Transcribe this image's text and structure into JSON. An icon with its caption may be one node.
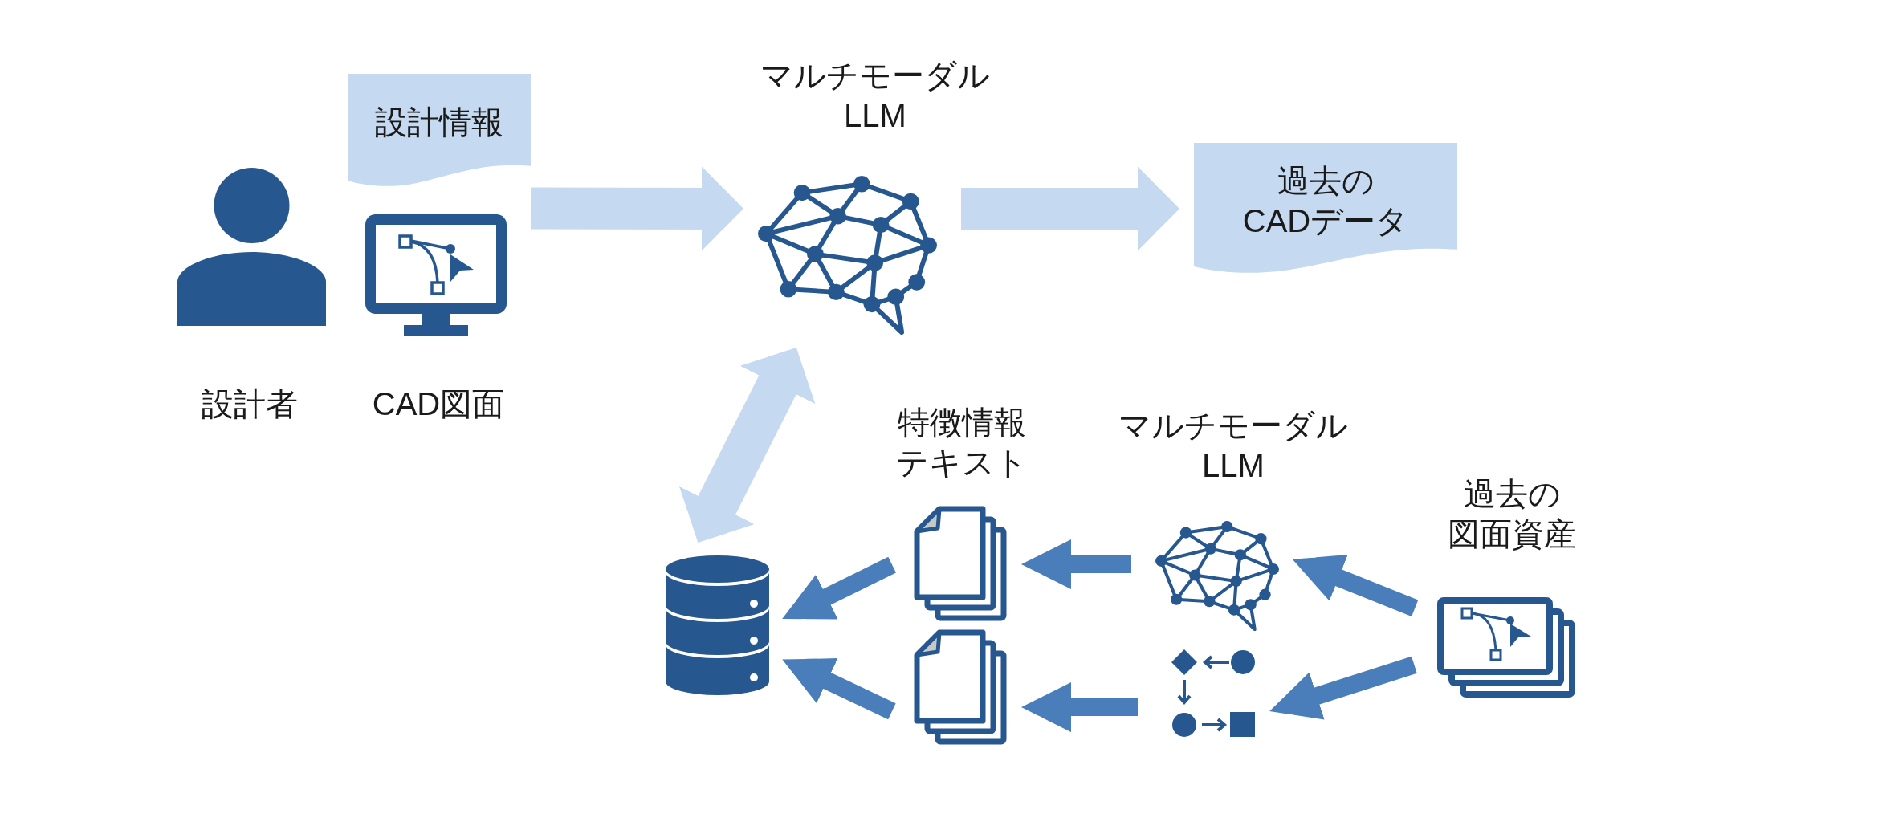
{
  "diagram": {
    "nodes": [
      {
        "text": [],
        "shape": "person",
        "beside": [
          "設計者"
        ]
      },
      {
        "text": [
          "設計情報"
        ]
      },
      {
        "text": [],
        "shape": "picture",
        "beside": [
          "CAD図面"
        ]
      },
      {
        "text": [],
        "shape": "picture",
        "beside": [
          "マルチモーダル LLM"
        ]
      },
      {
        "text": [
          "過去の CADデータ"
        ]
      },
      {
        "text": [],
        "shape": "cylinder"
      },
      {
        "text": [],
        "shape": "document",
        "beside": [
          "特徴情報テキスト"
        ]
      },
      {
        "text": [],
        "shape": "document"
      },
      {
        "text": [],
        "shape": "picture",
        "beside": [
          "マルチモーダル LLM"
        ]
      },
      {
        "text": [],
        "shape": "picture"
      },
      {
        "text": [],
        "shape": "picture",
        "beside": [
          "過去の図面資産"
        ]
      }
    ],
    "edges": [
      {
        "from": 2,
        "to": 3,
        "arrow": "to",
        "style": "thick",
        "color": "#c5d9f0"
      },
      {
        "from": 3,
        "to": 4,
        "arrow": "to",
        "style": "thick",
        "color": "#c5d9f0"
      },
      {
        "from": 5,
        "to": 3,
        "arrow": "both",
        "style": "thick",
        "color": "#c5d9f0"
      },
      {
        "from": 6,
        "to": 5,
        "arrow": "to"
      },
      {
        "from": 7,
        "to": 5,
        "arrow": "to"
      },
      {
        "from": 8,
        "to": 6,
        "arrow": "to"
      },
      {
        "from": 9,
        "to": 7,
        "arrow": "to"
      },
      {
        "from": 10,
        "to": 8,
        "arrow": "to"
      },
      {
        "from": 10,
        "to": 9,
        "arrow": "to"
      }
    ]
  }
}
